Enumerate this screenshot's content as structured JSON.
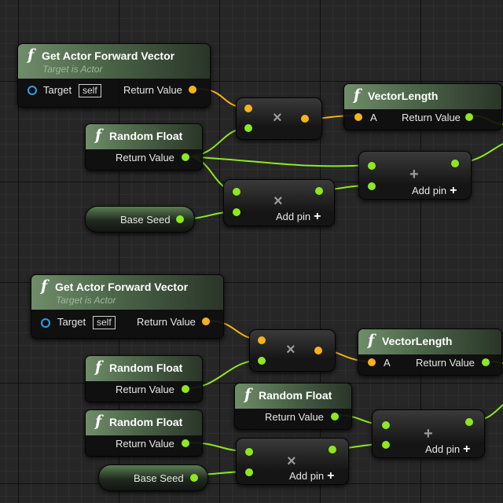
{
  "nodes": {
    "forward_title": "Get Actor Forward Vector",
    "forward_subtitle": "Target is Actor",
    "target_label": "Target",
    "self_label": "self",
    "return_value": "Return Value",
    "random_float_title": "Random Float",
    "vector_length_title": "VectorLength",
    "a_label": "A",
    "base_seed_label": "Base Seed",
    "add_pin_label": "Add pin",
    "add_pin_plus": "+",
    "multiply_symbol": "×",
    "add_symbol": "+",
    "function_icon": "f"
  },
  "colors": {
    "float_pin": "#8de81f",
    "vector_pin": "#f4b31a",
    "object_pin": "#2b9fe8",
    "node_header": "#4b6448"
  },
  "icons": [
    "function-icon",
    "exec-pin-icon",
    "plus-icon",
    "multiply-icon"
  ]
}
